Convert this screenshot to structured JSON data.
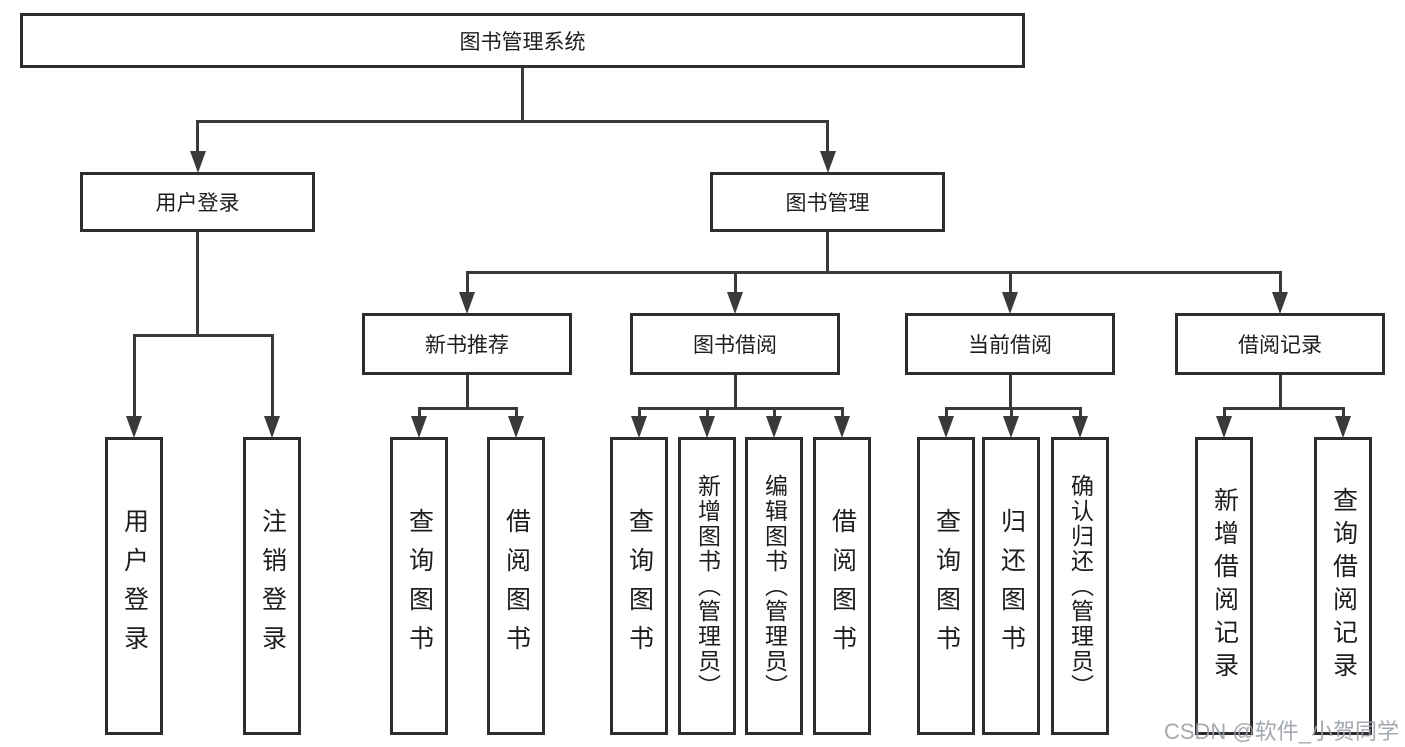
{
  "colors": {
    "box_border": "#2d2d2d",
    "box_background": "#ffffff",
    "connector_line": "#3a3a3a",
    "text": "#1e1e1e",
    "watermark": "#9aa0a6"
  },
  "watermark": {
    "text": "CSDN @软件_小贺同学"
  },
  "nodes": {
    "root": {
      "label": "图书管理系统"
    },
    "user-login": {
      "label": "用户登录"
    },
    "book-mgmt": {
      "label": "图书管理"
    },
    "new-book-rec": {
      "label": "新书推荐"
    },
    "book-borrow": {
      "label": "图书借阅"
    },
    "current-borrow": {
      "label": "当前借阅"
    },
    "borrow-records": {
      "label": "借阅记录"
    },
    "leaf-user-login": {
      "label": "用户登录"
    },
    "leaf-logout": {
      "label": "注销登录"
    },
    "leaf-query-book-1": {
      "label": "查询图书"
    },
    "leaf-borrow-book-1": {
      "label": "借阅图书"
    },
    "leaf-query-book-2": {
      "label": "查询图书"
    },
    "leaf-add-book": {
      "label": "新增图书（管理员）"
    },
    "leaf-edit-book": {
      "label": "编辑图书（管理员）"
    },
    "leaf-borrow-book-2": {
      "label": "借阅图书"
    },
    "leaf-query-book-3": {
      "label": "查询图书"
    },
    "leaf-return-book": {
      "label": "归还图书"
    },
    "leaf-confirm-return": {
      "label": "确认归还（管理员）"
    },
    "leaf-add-record": {
      "label": "新增借阅记录"
    },
    "leaf-query-record": {
      "label": "查询借阅记录"
    }
  },
  "edges": [
    [
      "root",
      "user-login"
    ],
    [
      "root",
      "book-mgmt"
    ],
    [
      "user-login",
      "leaf-user-login"
    ],
    [
      "user-login",
      "leaf-logout"
    ],
    [
      "book-mgmt",
      "new-book-rec"
    ],
    [
      "book-mgmt",
      "book-borrow"
    ],
    [
      "book-mgmt",
      "current-borrow"
    ],
    [
      "book-mgmt",
      "borrow-records"
    ],
    [
      "new-book-rec",
      "leaf-query-book-1"
    ],
    [
      "new-book-rec",
      "leaf-borrow-book-1"
    ],
    [
      "book-borrow",
      "leaf-query-book-2"
    ],
    [
      "book-borrow",
      "leaf-add-book"
    ],
    [
      "book-borrow",
      "leaf-edit-book"
    ],
    [
      "book-borrow",
      "leaf-borrow-book-2"
    ],
    [
      "current-borrow",
      "leaf-query-book-3"
    ],
    [
      "current-borrow",
      "leaf-return-book"
    ],
    [
      "current-borrow",
      "leaf-confirm-return"
    ],
    [
      "borrow-records",
      "leaf-add-record"
    ],
    [
      "borrow-records",
      "leaf-query-record"
    ]
  ]
}
